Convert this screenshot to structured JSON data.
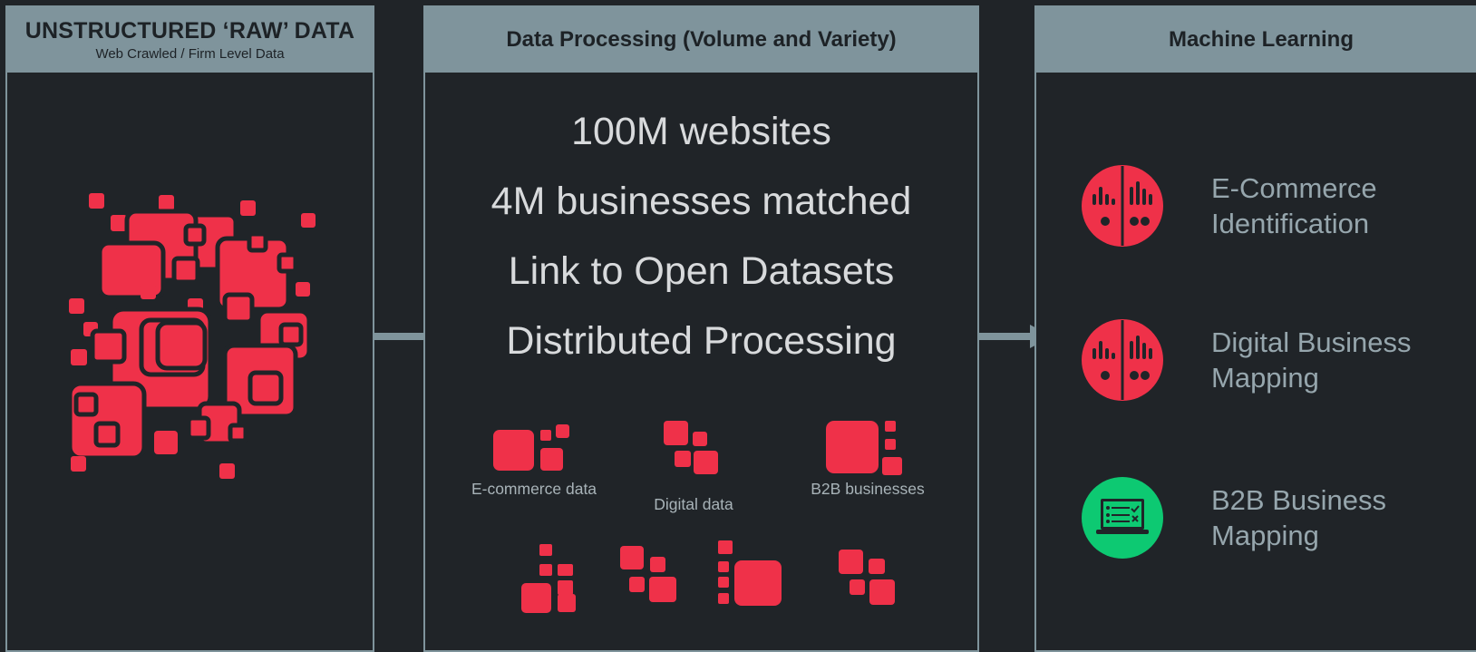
{
  "colors": {
    "background": "#202428",
    "header": "#7f949c",
    "accent_red": "#ef3149",
    "accent_green": "#0dc972"
  },
  "raw_data_panel": {
    "title": "UNSTRUCTURED ‘RAW’ DATA",
    "subtitle": "Web Crawled / Firm Level Data"
  },
  "processing_panel": {
    "title": "Data Processing (Volume and Variety)",
    "stats": [
      "100M websites",
      "4M businesses matched",
      "Link to Open Datasets",
      "Distributed Processing"
    ],
    "data_types": [
      {
        "label": "E-commerce data",
        "icon": "squares-cluster-icon"
      },
      {
        "label": "Digital data",
        "icon": "squares-cluster-icon"
      },
      {
        "label": "B2B businesses",
        "icon": "squares-cluster-icon"
      }
    ]
  },
  "ml_panel": {
    "title": "Machine Learning",
    "items": [
      {
        "label": "E-Commerce\nIdentification",
        "icon": "analytics-icon",
        "color": "#ef3149"
      },
      {
        "label": "Digital Business\nMapping",
        "icon": "analytics-icon",
        "color": "#ef3149"
      },
      {
        "label": "B2B Business\nMapping",
        "icon": "laptop-checklist-icon",
        "color": "#0dc972"
      }
    ]
  }
}
